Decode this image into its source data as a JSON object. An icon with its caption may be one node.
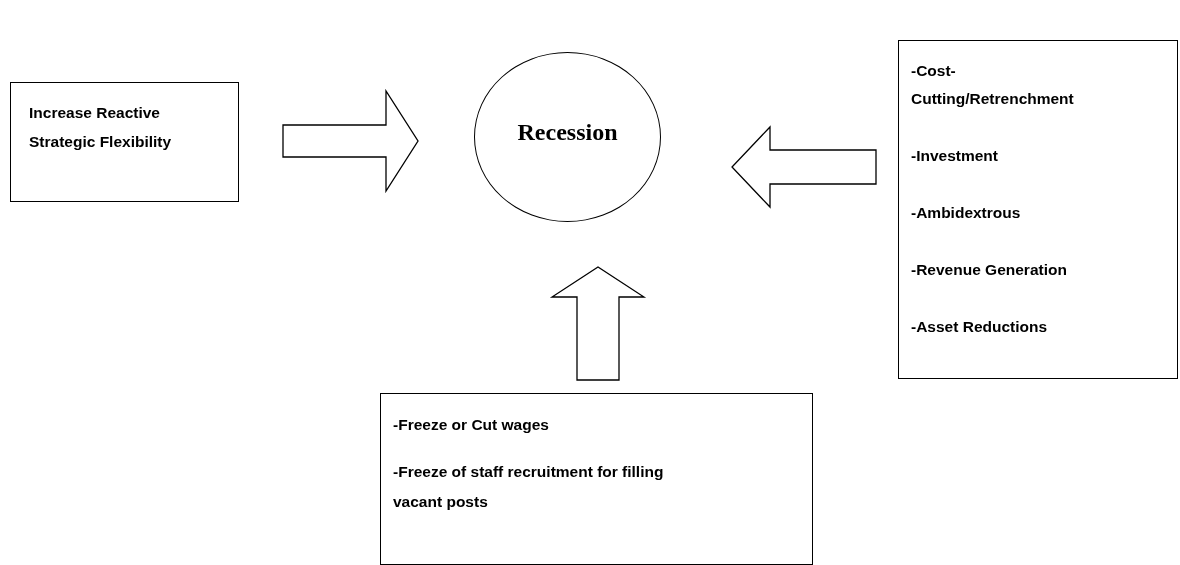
{
  "diagram": {
    "nodes": [
      {
        "text": [
          "Increase Reactive Strategic Flexibility"
        ]
      },
      {
        "text": [
          "Recession"
        ]
      },
      {
        "text": [
          "-Cost-Cutting/Retrenchment",
          "-Investment",
          "-Ambidextrous",
          "-Revenue Generation",
          "-Asset Reductions"
        ]
      },
      {
        "text": [
          "-Freeze or Cut wages",
          "-Freeze of staff recruitment for filling vacant posts"
        ]
      }
    ],
    "edges": [
      {
        "from": 0,
        "to": 1,
        "arrow": "to"
      },
      {
        "from": 2,
        "to": 1,
        "arrow": "to"
      },
      {
        "from": 3,
        "to": 1,
        "arrow": "to"
      }
    ]
  }
}
